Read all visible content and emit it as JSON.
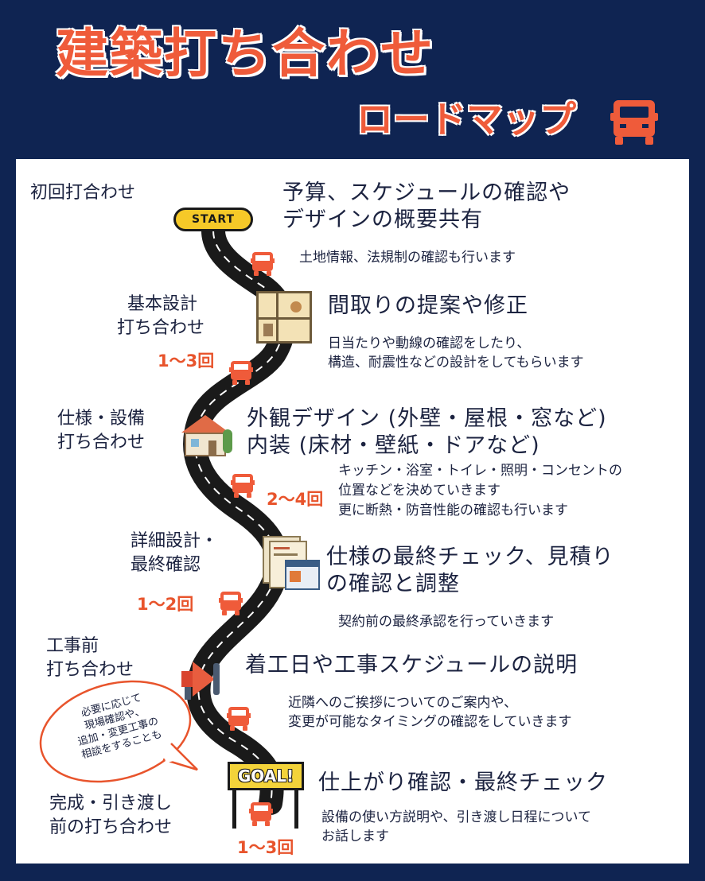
{
  "header": {
    "title": "建築打ち合わせ",
    "subtitle": "ロードマップ"
  },
  "road": {
    "start_label": "START",
    "goal_label": "GOAL!"
  },
  "steps": [
    {
      "label_lines": [
        "初回打合わせ"
      ],
      "heading_lines": [
        "予算、スケジュールの確認や",
        "デザインの概要共有"
      ],
      "body_lines": [
        "土地情報、法規制の確認も行います"
      ],
      "icon": "truck-icon"
    },
    {
      "label_lines": [
        "基本設計",
        "打ち合わせ"
      ],
      "count": "1〜3回",
      "heading_lines": [
        "間取りの提案や修正"
      ],
      "body_lines": [
        "日当たりや動線の確認をしたり、",
        "構造、耐震性などの設計をしてもらいます"
      ],
      "icon": "floor-plan-icon"
    },
    {
      "label_lines": [
        "仕様・設備",
        "打ち合わせ"
      ],
      "count": "2〜4回",
      "heading_lines": [
        "外観デザイン (外壁・屋根・窓など)",
        "内装 (床材・壁紙・ドアなど)"
      ],
      "body_lines": [
        "キッチン・浴室・トイレ・照明・コンセントの",
        "位置などを決めていきます",
        "更に断熱・防音性能の確認も行います"
      ],
      "icon": "house-icon"
    },
    {
      "label_lines": [
        "詳細設計・",
        "最終確認"
      ],
      "count": "1〜2回",
      "heading_lines": [
        "仕様の最終チェック、見積り",
        "の確認と調整"
      ],
      "body_lines": [
        "契約前の最終承認を行っていきます"
      ],
      "icon": "documents-icon"
    },
    {
      "label_lines": [
        "工事前",
        "打ち合わせ"
      ],
      "heading_lines": [
        "着工日や工事スケジュールの説明"
      ],
      "body_lines": [
        "近隣へのご挨拶についてのご案内や、",
        "変更が可能なタイミングの確認をしていきます"
      ],
      "icon": "megaphone-icon"
    },
    {
      "label_lines": [
        "完成・引き渡し",
        "前の打ち合わせ"
      ],
      "count": "1〜3回",
      "heading_lines": [
        "仕上がり確認・最終チェック"
      ],
      "body_lines": [
        "設備の使い方説明や、引き渡し日程について",
        "お話します"
      ],
      "icon": "goal-sign-icon"
    }
  ],
  "speech_bubble": {
    "lines": [
      "必要に応じて",
      "現場確認や、",
      "追加・変更工事の",
      "相談をすることも"
    ]
  },
  "colors": {
    "navy": "#0f2452",
    "accent": "#ef5b3a",
    "road": "#1a1a1a",
    "start_pill": "#f6c928",
    "text": "#1c2340"
  }
}
